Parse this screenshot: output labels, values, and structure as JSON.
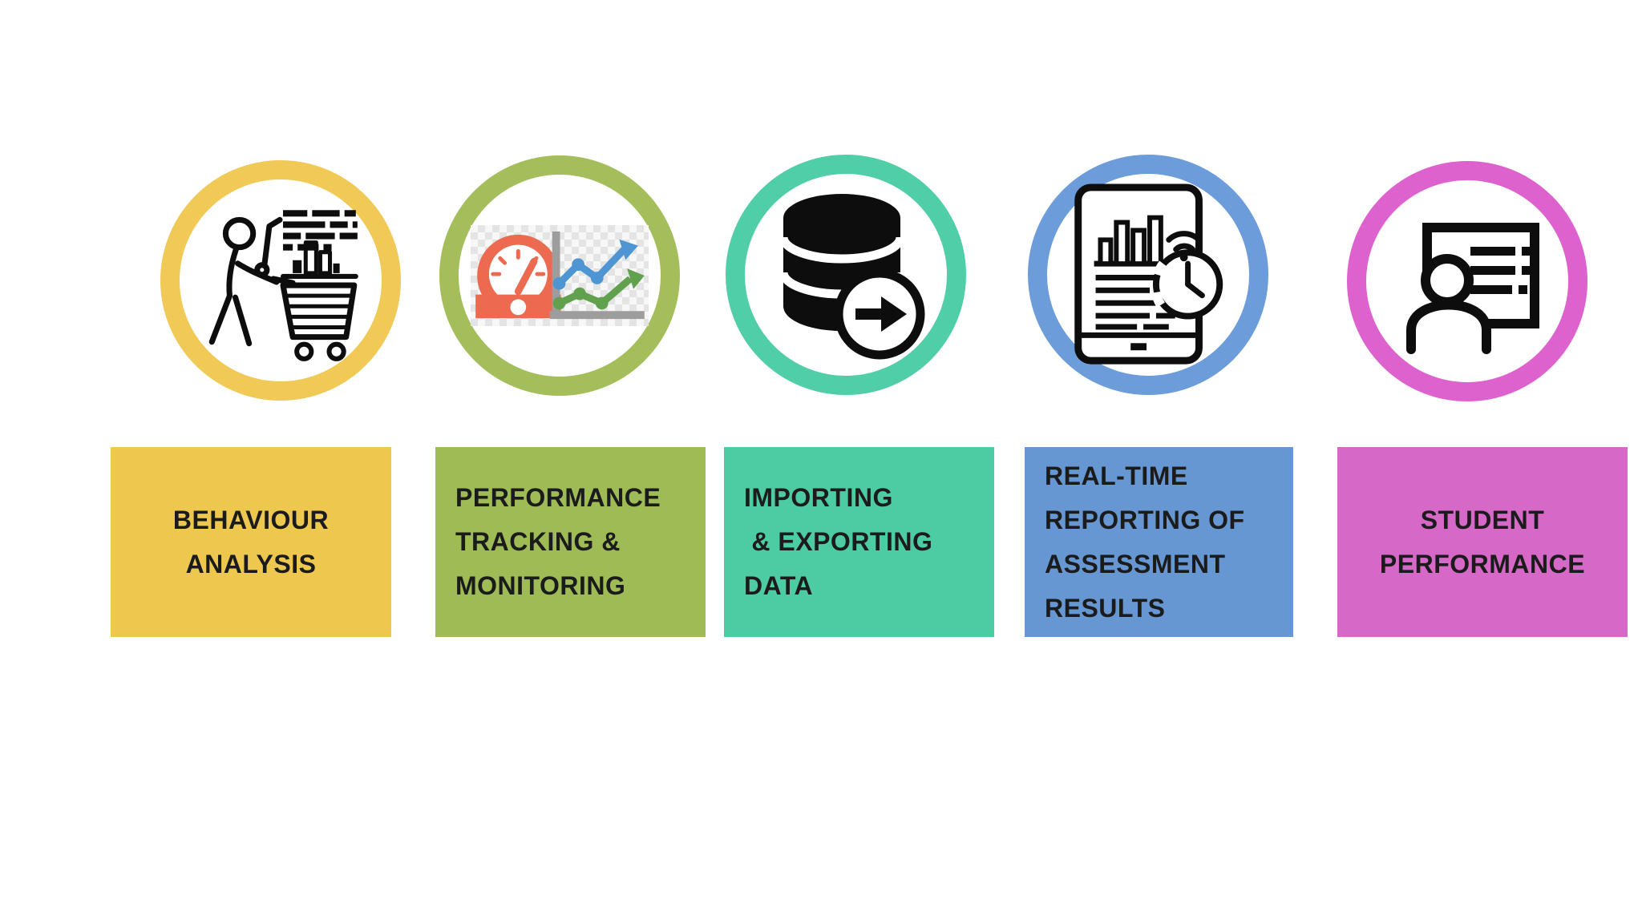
{
  "page": {
    "background_color": "#FFFFFF",
    "text_color": "#1B1B1B",
    "description": "Five-feature infographic: circular icons above colored label boxes"
  },
  "features": [
    {
      "id": "behaviour-analysis",
      "label": "BEHAVIOUR\nANALYSIS",
      "align": "center",
      "ring_color": "#F1C957",
      "box_color": "#EEC84E",
      "icon": "person-shopping-cart-analytics-icon"
    },
    {
      "id": "performance-tracking-monitoring",
      "label": "PERFORMANCE\nTRACKING &\nMONITORING",
      "align": "left",
      "ring_color": "#A3BE5B",
      "box_color": "#9FBB55",
      "icon": "speedometer-trend-chart-icon",
      "icon_colors": {
        "gauge": "#EC6A4F",
        "line_up": "#4E96D3",
        "line_low": "#61A14E",
        "axis": "#9D9D9D"
      }
    },
    {
      "id": "importing-exporting-data",
      "label": "IMPORTING\n & EXPORTING\nDATA",
      "align": "left",
      "ring_color": "#50CEA8",
      "box_color": "#4DCCA4",
      "icon": "database-export-arrow-icon"
    },
    {
      "id": "real-time-reporting",
      "label": "REAL-TIME\nREPORTING OF\nASSESSMENT\nRESULTS",
      "align": "left",
      "ring_color": "#6C9DDA",
      "box_color": "#6697D3",
      "icon": "tablet-report-clock-icon"
    },
    {
      "id": "student-performance",
      "label": "STUDENT\nPERFORMANCE",
      "align": "center",
      "ring_color": "#DE62CD",
      "box_color": "#D668C8",
      "icon": "student-presentation-board-icon"
    }
  ]
}
